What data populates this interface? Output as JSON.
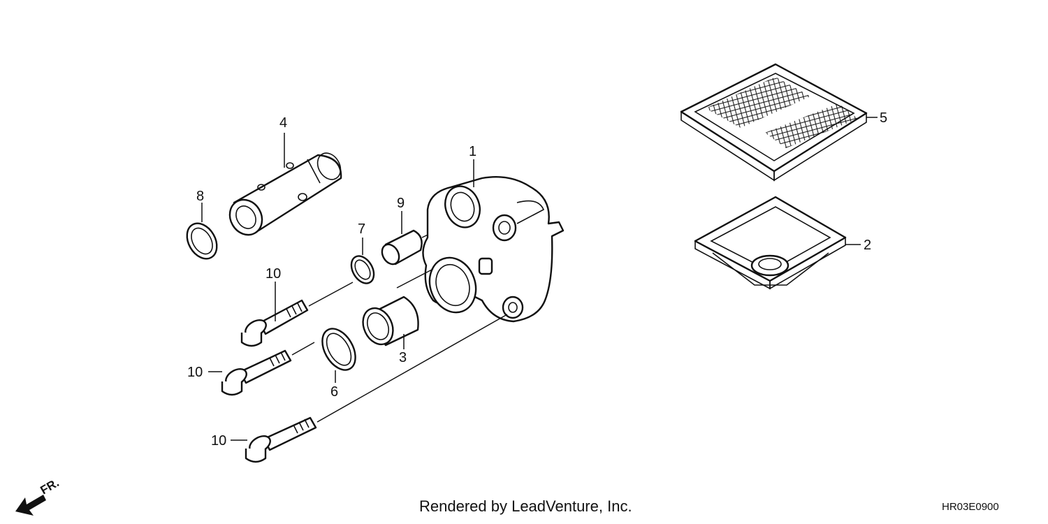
{
  "callouts": {
    "c1": "1",
    "c2": "2",
    "c3": "3",
    "c4": "4",
    "c5": "5",
    "c6": "6",
    "c7": "7",
    "c8": "8",
    "c9": "9",
    "c10a": "10",
    "c10b": "10",
    "c10c": "10"
  },
  "direction": {
    "label": "FR."
  },
  "footer": {
    "credit": "Rendered by LeadVenture, Inc.",
    "code": "HR03E0900"
  },
  "colors": {
    "line": "#111111",
    "background": "#ffffff"
  }
}
